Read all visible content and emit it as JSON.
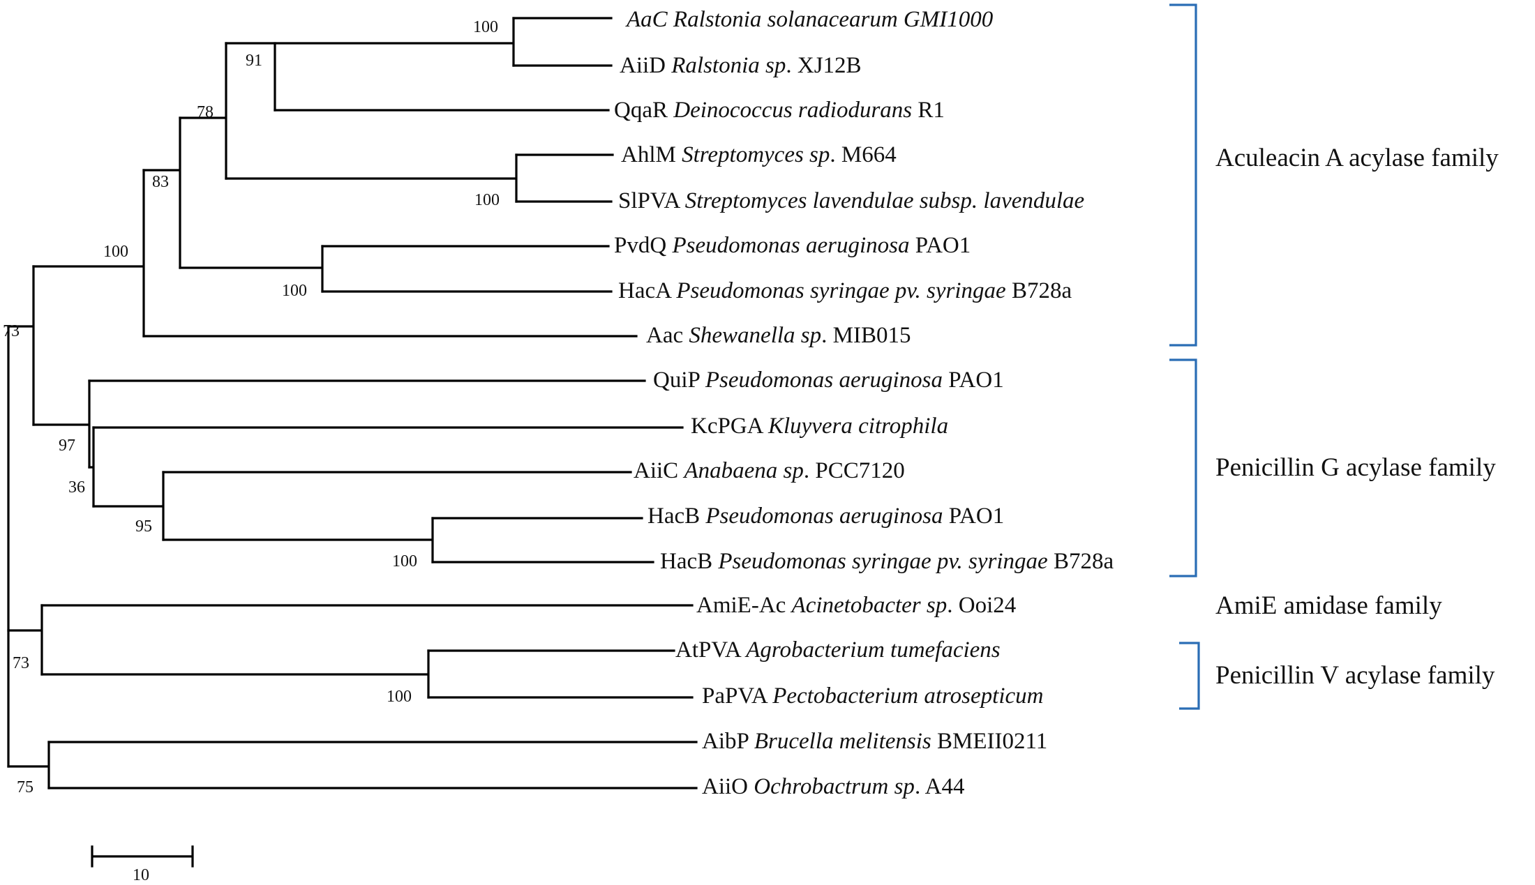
{
  "leaves": [
    {
      "id": "l1",
      "gene": "",
      "species": "AaC Ralstonia solanacearum GMI1000",
      "strain": ""
    },
    {
      "id": "l2",
      "gene": "AiiD",
      "species": "Ralstonia sp",
      "strain": ". XJ12B"
    },
    {
      "id": "l3",
      "gene": "QqaR",
      "species": "Deinococcus radiodurans",
      "strain": " R1"
    },
    {
      "id": "l4",
      "gene": "AhlM",
      "species": "Streptomyces sp",
      "strain": ". M664"
    },
    {
      "id": "l5",
      "gene": "SlPVA",
      "species": "Streptomyces lavendulae subsp",
      "strain": ". lavendulae",
      "strain_italic": true
    },
    {
      "id": "l6",
      "gene": "PvdQ",
      "species": "Pseudomonas aeruginosa",
      "strain": " PAO1"
    },
    {
      "id": "l7",
      "gene": "HacA",
      "species": "Pseudomonas syringae pv. syringae",
      "strain": " B728a"
    },
    {
      "id": "l8",
      "gene": "Aac",
      "species": "Shewanella sp",
      "strain": ". MIB015"
    },
    {
      "id": "l9",
      "gene": "QuiP",
      "species": "Pseudomonas aeruginosa",
      "strain": " PAO1"
    },
    {
      "id": "l10",
      "gene": "KcPGA",
      "species": "Kluyvera citrophila",
      "strain": ""
    },
    {
      "id": "l11",
      "gene": "AiiC",
      "species": "Anabaena sp",
      "strain": ". PCC7120"
    },
    {
      "id": "l12",
      "gene": "HacB",
      "species": "Pseudomonas aeruginosa",
      "strain": " PAO1"
    },
    {
      "id": "l13",
      "gene": "HacB",
      "species": "Pseudomonas syringae pv. syringae",
      "strain": " B728a"
    },
    {
      "id": "l14",
      "gene": "AmiE-Ac",
      "species": "Acinetobacter sp",
      "strain": ". Ooi24"
    },
    {
      "id": "l15",
      "gene": "AtPVA",
      "species": "Agrobacterium tumefaciens",
      "strain": ""
    },
    {
      "id": "l16",
      "gene": "PaPVA",
      "species": "Pectobacterium atrosepticum",
      "strain": ""
    },
    {
      "id": "l17",
      "gene": "AibP",
      "species": "Brucella melitensis",
      "strain": " BMEII0211"
    },
    {
      "id": "l18",
      "gene": "AiiO",
      "species": "Ochrobactrum sp",
      "strain": ". A44"
    }
  ],
  "bootstrap": [
    {
      "id": "b1",
      "value": "100"
    },
    {
      "id": "b2",
      "value": "91"
    },
    {
      "id": "b3",
      "value": "78"
    },
    {
      "id": "b4",
      "value": "100"
    },
    {
      "id": "b5",
      "value": "83"
    },
    {
      "id": "b6",
      "value": "100"
    },
    {
      "id": "b7",
      "value": "100"
    },
    {
      "id": "b8",
      "value": "73"
    },
    {
      "id": "b9",
      "value": "97"
    },
    {
      "id": "b10",
      "value": "36"
    },
    {
      "id": "b11",
      "value": "95"
    },
    {
      "id": "b12",
      "value": "100"
    },
    {
      "id": "b13",
      "value": "73"
    },
    {
      "id": "b14",
      "value": "100"
    },
    {
      "id": "b15",
      "value": "75"
    }
  ],
  "families": [
    {
      "id": "f1",
      "name": "Aculeacin A acylase family"
    },
    {
      "id": "f2",
      "name": "Penicillin G acylase family"
    },
    {
      "id": "f3",
      "name": "AmiE amidase family"
    },
    {
      "id": "f4",
      "name": "Penicillin V acylase family"
    }
  ],
  "scale_bar": {
    "label": "10"
  },
  "colors": {
    "bracket": "#2a6db5",
    "branch": "#000000"
  }
}
